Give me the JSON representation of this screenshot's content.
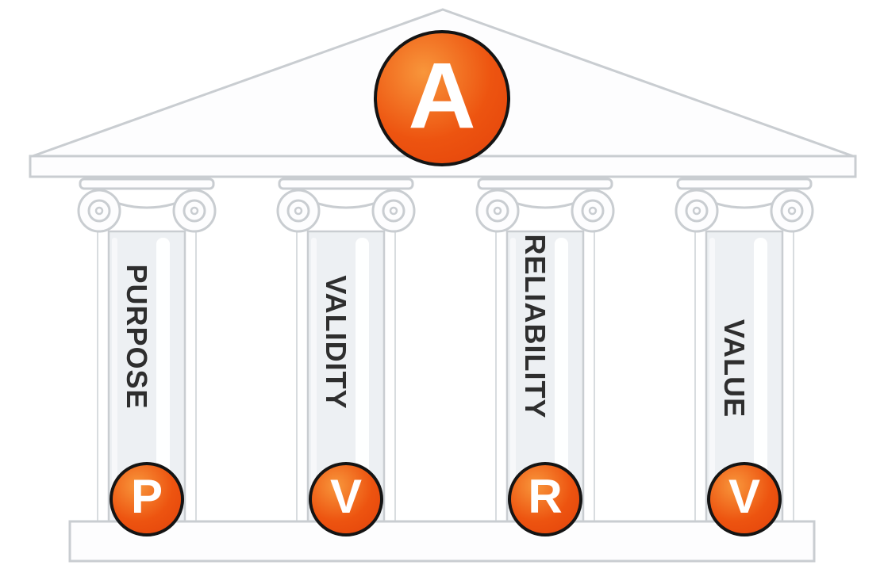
{
  "pediment": {
    "letter": "A"
  },
  "pillars": [
    {
      "label": "PURPOSE",
      "letter": "P"
    },
    {
      "label": "VALIDITY",
      "letter": "V"
    },
    {
      "label": "RELIABILITY",
      "letter": "R"
    },
    {
      "label": "VALUE",
      "letter": "V"
    }
  ],
  "colors": {
    "accent_orange": "#ED5410",
    "accent_orange_light": "#F8963B",
    "accent_orange_dark": "#E3420B",
    "outline": "#C9CDD1",
    "label_text": "#2E2E2E"
  }
}
